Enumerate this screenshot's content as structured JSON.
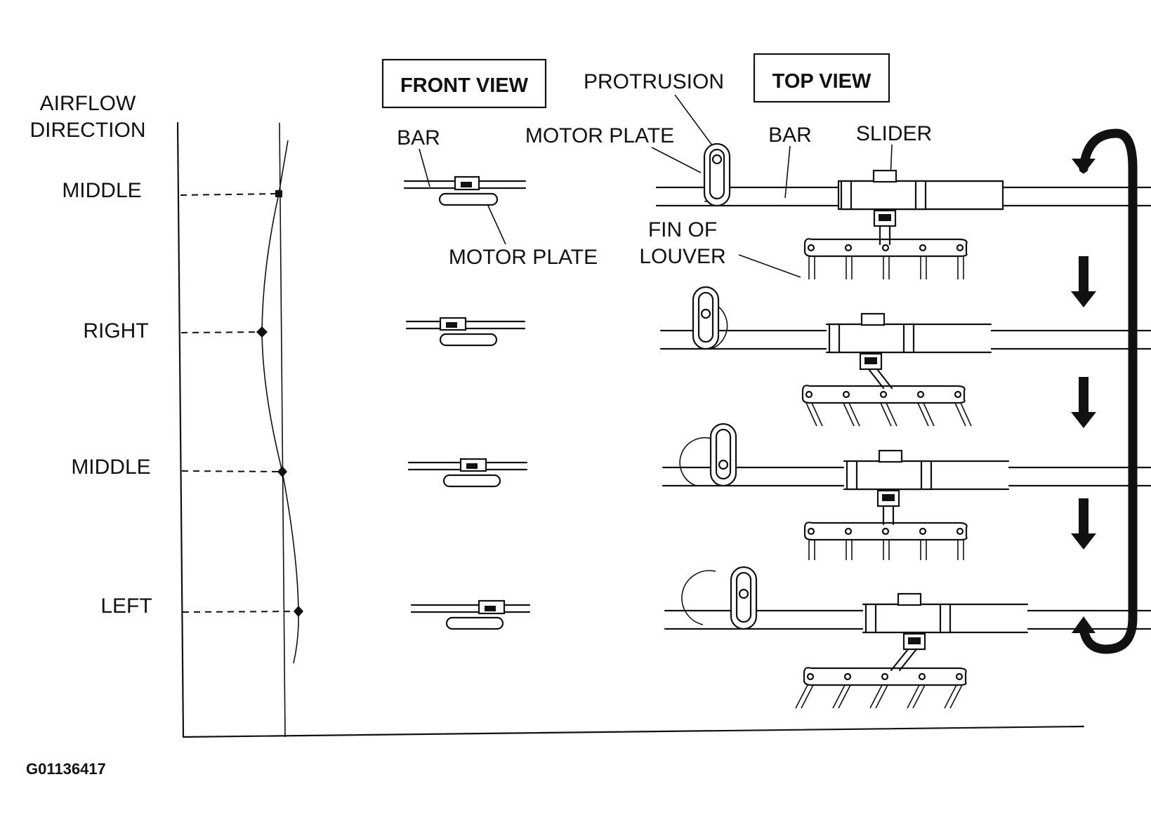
{
  "labels": {
    "airflow_line1": "AIRFLOW",
    "airflow_line2": "DIRECTION",
    "front_view": "FRONT VIEW",
    "top_view": "TOP VIEW",
    "protrusion": "PROTRUSION",
    "bar_front": "BAR",
    "motor_plate_top": "MOTOR PLATE",
    "bar_top": "BAR",
    "slider": "SLIDER",
    "motor_plate_front": "MOTOR PLATE",
    "fin_line1": "FIN OF",
    "fin_line2": "LOUVER",
    "figure_code": "G01136417"
  },
  "positions": [
    "MIDDLE",
    "RIGHT",
    "MIDDLE",
    "LEFT"
  ],
  "arrows": [
    "cycle-arrow-top",
    "down-arrow",
    "down-arrow",
    "down-arrow",
    "cycle-arrow-bottom"
  ]
}
